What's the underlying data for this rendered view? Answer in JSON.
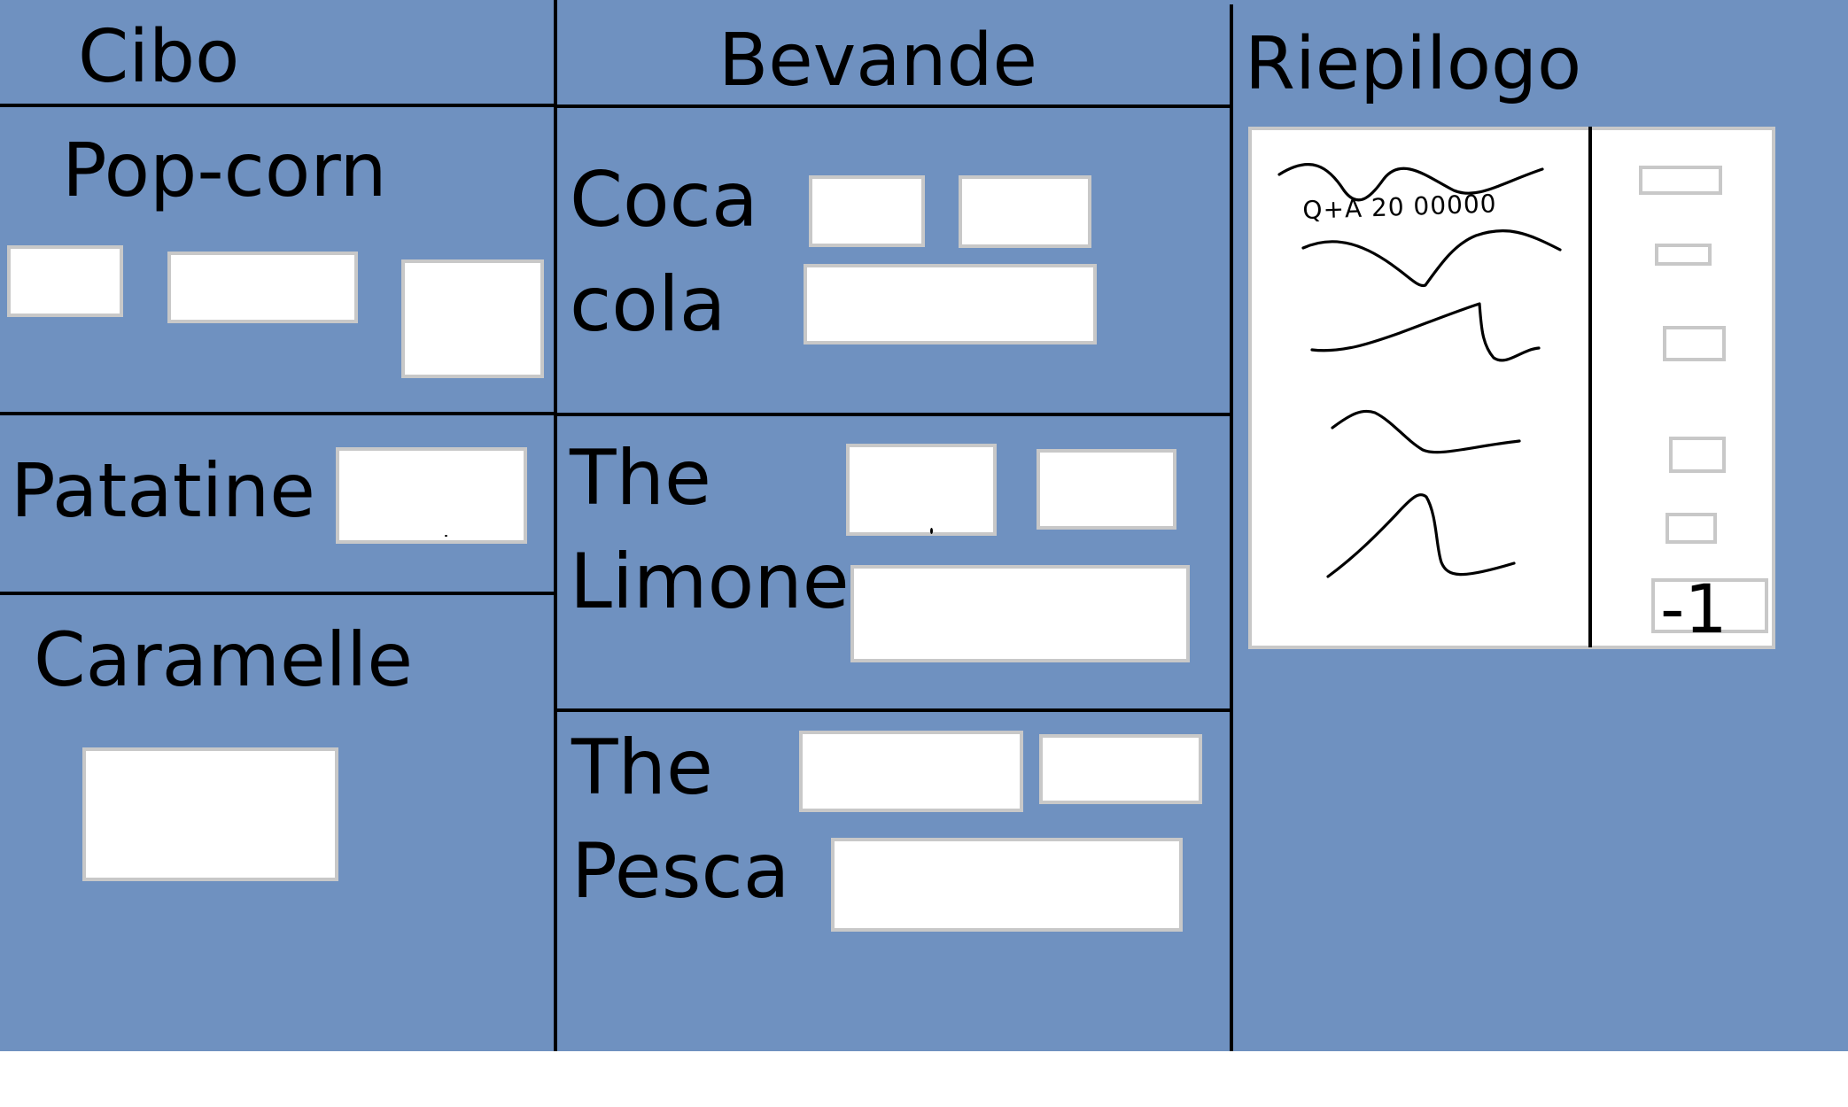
{
  "colors": {
    "board": "#6f91c0",
    "field": "#ffffff",
    "field_border": "#c8c8c8",
    "line": "#000000"
  },
  "columns": {
    "food": {
      "title": "Cibo"
    },
    "drinks": {
      "title": "Bevande"
    },
    "summary": {
      "title": "Riepilogo"
    }
  },
  "food": {
    "popcorn": {
      "label": "Pop-corn"
    },
    "chips": {
      "label": "Patatine"
    },
    "candies": {
      "label": "Caramelle"
    }
  },
  "drinks": {
    "coca_cola": {
      "line1": "Coca",
      "line2": "cola"
    },
    "lemon_tea": {
      "line1": "The",
      "line2": "Limone"
    },
    "peach_tea": {
      "line1": "The",
      "line2": "Pesca"
    }
  },
  "summary": {
    "note": "Q+A 20 00000",
    "value": "-1",
    "icons": [
      "scribble-icon",
      "scribble-icon",
      "scribble-icon",
      "scribble-icon",
      "scribble-icon"
    ]
  }
}
